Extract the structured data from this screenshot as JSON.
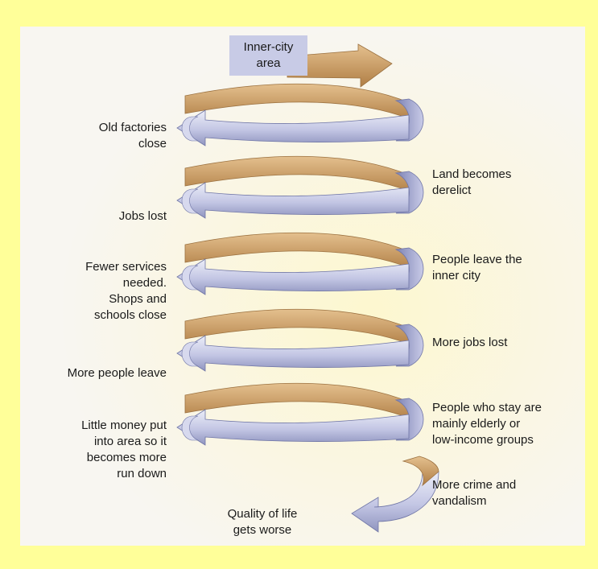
{
  "diagram": {
    "start_label": "Inner-city\narea",
    "left_labels": [
      "Old factories\nclose",
      "Jobs lost",
      "Fewer services\nneeded.\nShops and\nschools close",
      "More people leave",
      "Little money put\ninto area so it\nbecomes more\nrun down"
    ],
    "right_labels": [
      "Land becomes\nderelict",
      "People leave the\ninner city",
      "More jobs lost",
      "People who stay are\nmainly elderly or\nlow-income groups",
      "More crime and\nvandalism"
    ],
    "end_label": "Quality of life\ngets worse"
  },
  "colors": {
    "page_background": "#ffff99",
    "figure_background": "#f8f6f1",
    "ribbon_front": "#c3c6e4",
    "ribbon_back": "#c79a62",
    "start_box": "#c8cbe6"
  }
}
